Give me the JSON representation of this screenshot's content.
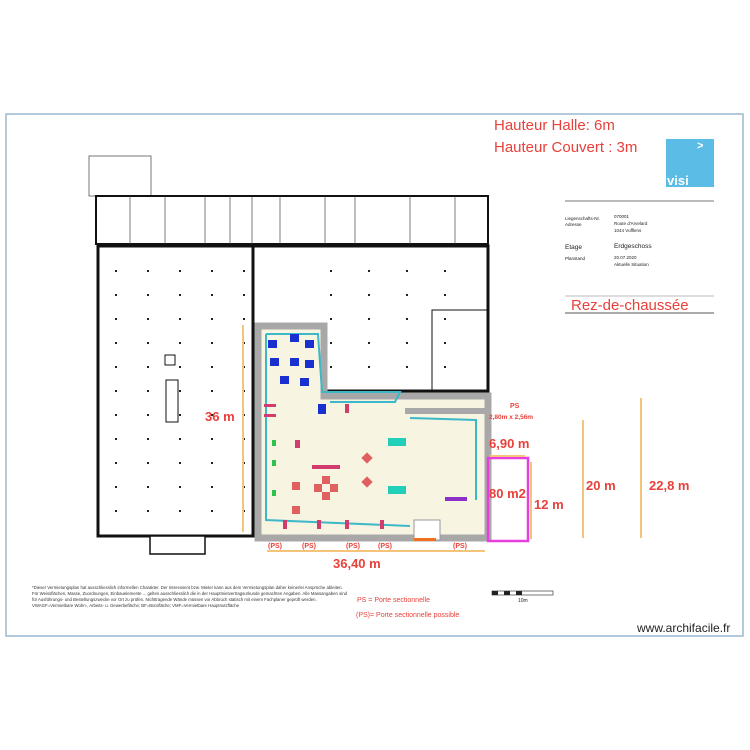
{
  "header": {
    "hall_height": "Hauteur Halle: 6m",
    "canopy_height": "Hauteur Couvert : 3m"
  },
  "logo": {
    "text": "visi",
    "arrow": ">",
    "color": "#5bbde6"
  },
  "title_block": {
    "rows": [
      {
        "label": "Liegenschafts-Nr.",
        "value": "070001"
      },
      {
        "label": "Adresse",
        "value": "Route d'Arvelard"
      },
      {
        "label": "",
        "value": "1044      Vufflens"
      },
      {
        "label": "Etage",
        "value": "Erdgeschoss"
      },
      {
        "label": "Planstand",
        "value": "20.07.2020"
      },
      {
        "label": "",
        "value": "Aktuelle Situation"
      }
    ],
    "floor": "Rez-de-chaussée"
  },
  "dimensions": {
    "height_36": "36 m",
    "ps_label": "PS",
    "ps_size": "2,80m x 2,56m",
    "width_690": "6,90 m",
    "area_80": "80 m2",
    "height_12": "12 m",
    "height_20": "20 m",
    "height_228": "22,8 m",
    "width_3640": "36,40 m",
    "ps_possible": [
      "(PS)",
      "(PS)",
      "(PS)",
      "(PS)",
      "(PS)"
    ]
  },
  "legend": {
    "ps": "PS = Porte sectionnelle",
    "ps_possible": "(PS)= Porte sectionnelle possible",
    "scale": "10m"
  },
  "footnote": "*Dieser Vermietungsplan hat ausschliesslich informellen Charakter. Der Interessent bzw. Mieter kann aus dem Vermietungsplan daher keinerlei Ansprüche ableiten. Für Weissflächen, Masse, Zuordnungen, Einbauelemente ... gelten ausschliesslich die in der Hauptmietvertragsurkunde gemachten Angaben. Alle Massangaben sind für Ausführungs- und Bestellungszwecke vor Ort zu prüfen. Nichttragende Wände müssen vor Abbruch statisch mit einem Fachplaner geprüft werden. VWAGF=Vermietbare Wohn-, Arbeits- u. Gewerbefläche; BF=Bürofläche; VMF=Vermietbare Hauptnutzfläche",
  "watermark": "www.archifacile.fr",
  "colors": {
    "accent_red": "#e8403a",
    "dimension_orange": "#f5c37a",
    "annex_magenta": "#e83ee0",
    "zone_fill": "#f8f4e2",
    "wall_gray": "#a8a8a8",
    "path_cyan": "#3cb8c8"
  }
}
